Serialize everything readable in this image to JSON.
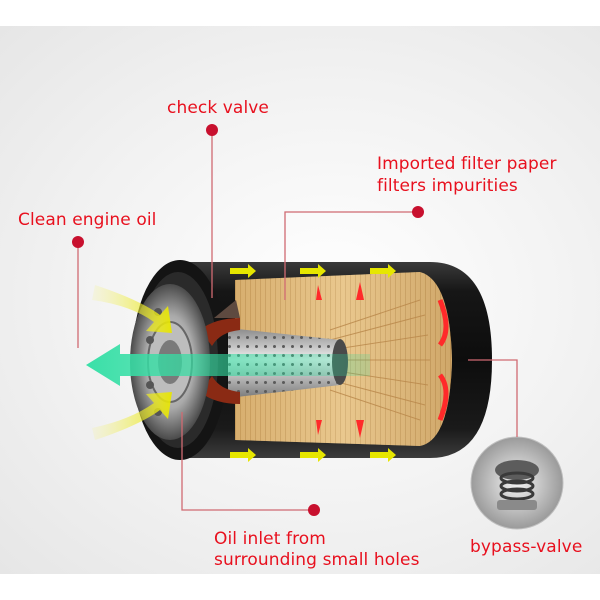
{
  "labels": {
    "check_valve": "check valve",
    "filter_paper_line1": "Imported filter paper",
    "filter_paper_line2": "filters impurities",
    "clean_oil": "Clean engine oil",
    "oil_inlet_line1": "Oil inlet from",
    "oil_inlet_line2": "surrounding small holes",
    "bypass_valve": "bypass-valve"
  },
  "colors": {
    "label_red": "#e8101e",
    "leader_line": "#d06a72",
    "marker_dot": "#c8102e",
    "inflow_arrow": "#e8e600",
    "outflow_arrow": "#39e0a8",
    "flow_arrow_red": "#ff2a2a",
    "filter_paper": "#d9b37a",
    "housing_dark": "#1e1e1e",
    "center_tube": "#b9b9b9"
  },
  "icons": {
    "flow_arrows": "arrow-right-icon",
    "markers": "dot-marker-icon"
  }
}
